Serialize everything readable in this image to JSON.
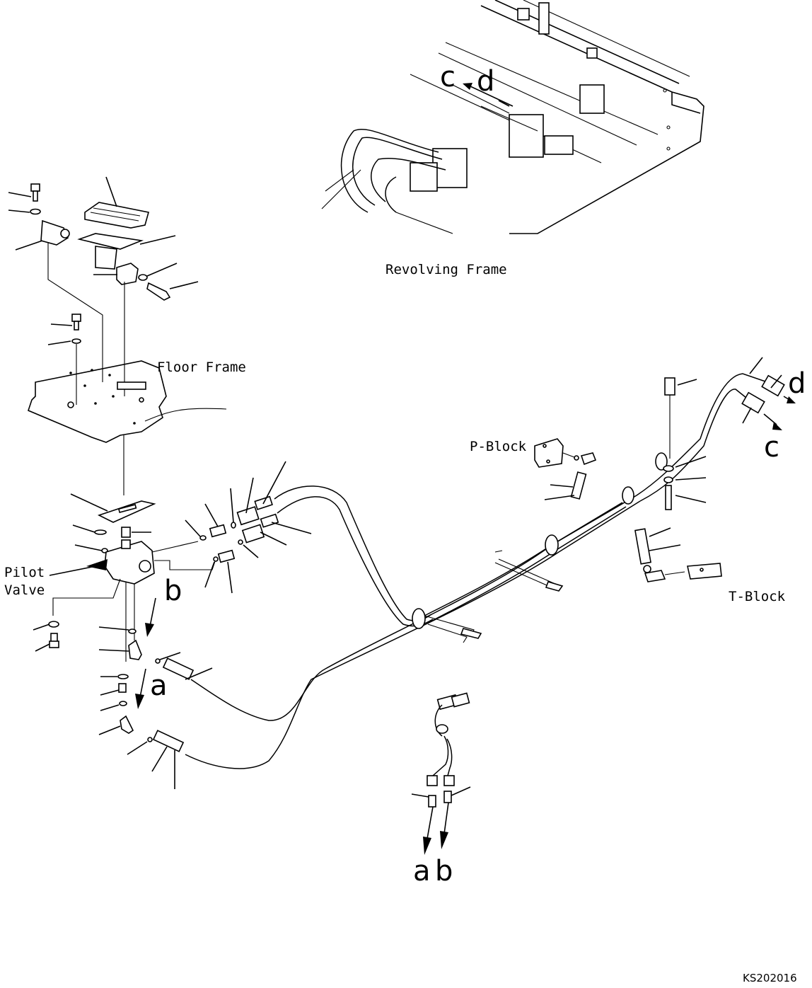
{
  "labels": {
    "revolving_frame": "Revolving Frame",
    "floor_frame": "Floor Frame",
    "pilot_valve_line1": "Pilot",
    "pilot_valve_line2": "Valve",
    "p_block": "P-Block",
    "t_block": "T-Block",
    "drawing_code": "KS202016"
  },
  "connectors": {
    "a": "a",
    "b": "b",
    "c": "c",
    "d": "d"
  }
}
